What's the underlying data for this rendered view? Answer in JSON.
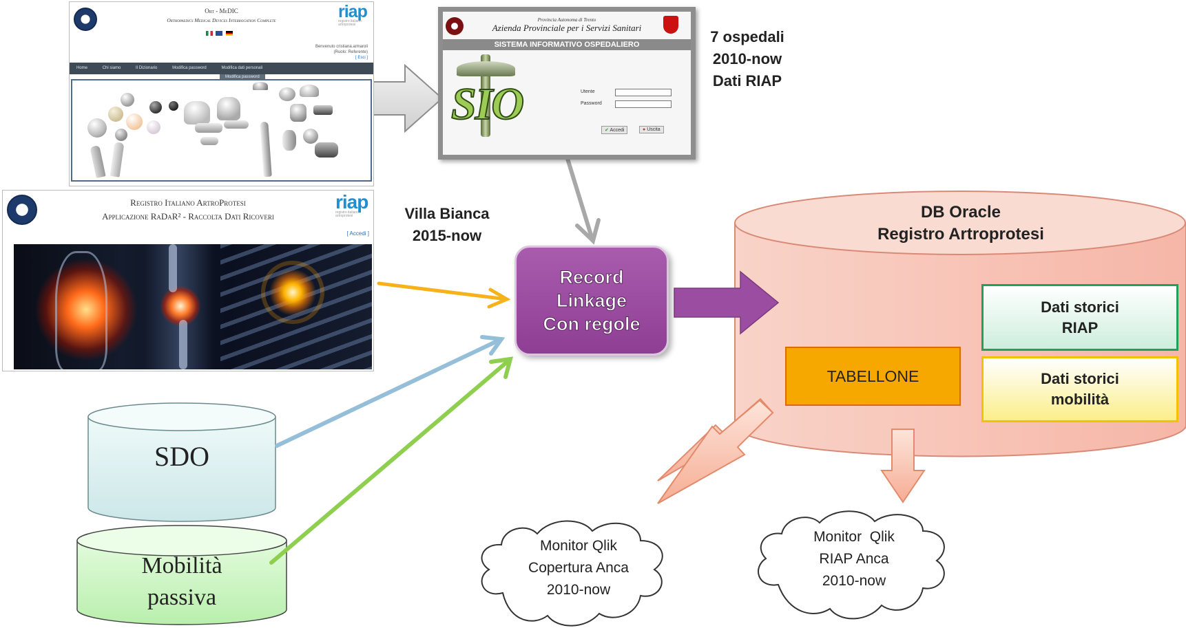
{
  "ortmedic": {
    "title": "Ort - MeDIC",
    "subtitle": "Orthopaedics Medical Devices Interrogation Complete",
    "welcome": "Benvenuto cristiana.armaroli",
    "role": "(Ruolo: Referente)",
    "exit": "[ Esci ]",
    "nav": [
      "Home",
      "Chi siamo",
      "Il Dizionario",
      "Modifica password",
      "Modifica dati personali"
    ],
    "submenu": "Modifica password",
    "logo": "riap",
    "logo_sub": "registro italiano artroprotesi"
  },
  "radar": {
    "title": "Registro Italiano ArtroProtesi",
    "subtitle": "Applicazione RaDaR² - Raccolta Dati Ricoveri",
    "login": "[ Accedi ]",
    "logo": "riap",
    "logo_sub": "registro italiano artroprotesi"
  },
  "sio": {
    "header_small": "Provincia Autonoma di Trento",
    "header": "Azienda Provinciale per i Servizi Sanitari",
    "banner": "SISTEMA INFORMATIVO OSPEDALIERO",
    "logo": "SIO",
    "user_label": "Utente",
    "password_label": "Password",
    "login_button": "Accedi",
    "exit_button": "Uscita"
  },
  "labels": {
    "sio_source": [
      "7 ospedali",
      "2010-now",
      "Dati RIAP"
    ],
    "villa": [
      "Villa Bianca",
      "2015-now"
    ]
  },
  "record_linkage": [
    "Record",
    "Linkage",
    "Con regole"
  ],
  "db": {
    "title": [
      "DB Oracle",
      "Registro Artroprotesi"
    ],
    "tabellone": "TABELLONE",
    "storici_riap": [
      "Dati storici",
      "RIAP"
    ],
    "storici_mobilita": [
      "Dati storici",
      "mobilità"
    ]
  },
  "sdo": "SDO",
  "mobilita": [
    "Mobilità",
    "passiva"
  ],
  "cloud1": [
    "Monitor Qlik",
    "Copertura Anca",
    "2010-now"
  ],
  "cloud2": [
    "Monitor  Qlik",
    "RIAP Anca",
    "2010-now"
  ],
  "colors": {
    "record_linkage": "#9b4ea1",
    "db": "#f8c9bd",
    "tabellone": "#f7a800",
    "storici_riap": "#dcf5e6",
    "storici_mobilita": "#fdf3a6",
    "sdo": "#dff1f1",
    "mobilita": "#ccf5c4",
    "arrow_orange": "#f5b21b",
    "arrow_blue": "#95bfd8",
    "arrow_green": "#8ecf4f",
    "arrow_grey": "#a8a8a8"
  }
}
